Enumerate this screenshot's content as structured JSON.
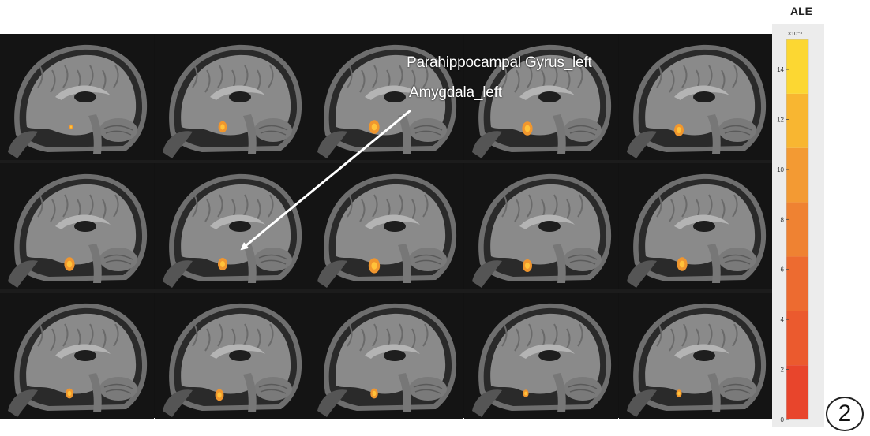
{
  "annotations": {
    "region_1": "Parahippocampal Gyrus_left",
    "region_2": "Amygdala_left"
  },
  "colorbar": {
    "title": "ALE",
    "multiplier": "×10⁻³",
    "ticks": [
      "0",
      "2",
      "4",
      "6",
      "8",
      "10",
      "12",
      "14"
    ],
    "bands": [
      "#e8452c",
      "#eb5a2e",
      "#ed6b30",
      "#ef8232",
      "#f39a33",
      "#f8b631",
      "#fcd732"
    ]
  },
  "figure_number": "2",
  "colors": {
    "activation": "#f0962e",
    "activation_core": "#ffc23a",
    "background": "#121212"
  }
}
